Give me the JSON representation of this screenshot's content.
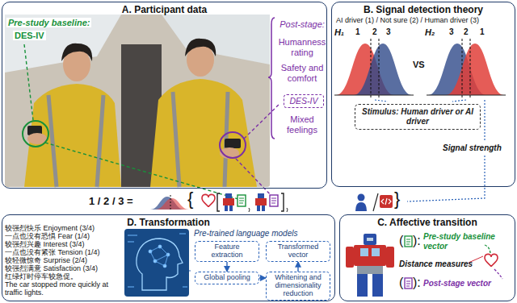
{
  "diagram": {
    "nodes": [
      {
        "text": [
          "A. Participant data"
        ]
      },
      {
        "text": [
          "DES-IV"
        ],
        "in": 0
      },
      {
        "text": [
          "B. Signal detection theory"
        ]
      },
      {
        "text": [
          "Stimulus: Human driver or AI driver"
        ],
        "in": 2
      },
      {
        "text": [
          "C. Affective transition"
        ]
      },
      {
        "text": [
          "D. Transformation"
        ]
      },
      {
        "text": [
          "Feature extraction"
        ],
        "in": 5
      },
      {
        "text": [
          "Transformed vector"
        ],
        "in": 5
      },
      {
        "text": [
          "Global pooling"
        ],
        "in": 5
      },
      {
        "text": [
          "Whitening and dimensionality reduction"
        ],
        "in": 5
      }
    ],
    "edges": [
      {
        "from": 6,
        "to": 8,
        "arrow": "to"
      },
      {
        "from": 8,
        "to": 9,
        "arrow": "to"
      },
      {
        "from": 9,
        "to": 7,
        "arrow": "to"
      }
    ],
    "labels": [
      "Pre-study baseline:",
      "DES-IV",
      "Post-stage:",
      "Humanness rating",
      "Safety and comfort",
      "Mixed feelings",
      "H₁",
      "AI driver (1) / Not sure (2) / Human driver (3)",
      "1",
      "2",
      "3",
      "H₂",
      "3",
      "2",
      "1",
      "VS",
      "Signal strength",
      "1 / 2 / 3 =",
      "较强烈快乐 Enjoyment (3/4)",
      "一点也没有恐惧 Fear (1/4)",
      "较强烈兴趣 Interest (3/4)",
      "一点也没有紧张 Tension (1/4)",
      "较轻微惊奇 Surprise (2/4)",
      "较强烈满意 Satisfaction (3/4)",
      "红绿灯时停车较急促。",
      "The car stopped more quickly at traffic lights.",
      "Pre-trained language models",
      "Pre-study baseline vector",
      "Distance measures",
      "Post-stage vector",
      "(",
      "):",
      "(",
      "):",
      "{",
      "}"
    ]
  }
}
